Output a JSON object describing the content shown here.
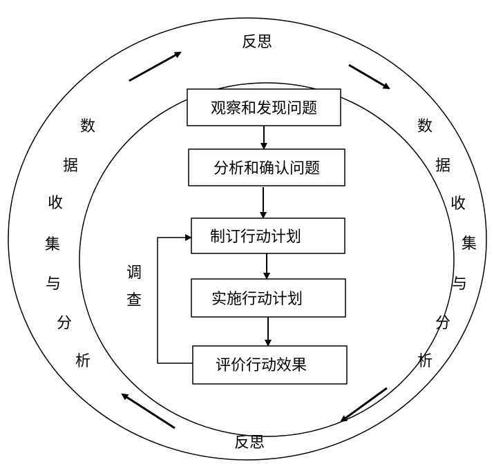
{
  "top_label": "反思",
  "bottom_label": "反思",
  "left_label_chars": [
    "数",
    "据",
    "收",
    "集",
    "与",
    "分",
    "析"
  ],
  "right_label_chars": [
    "数",
    "据",
    "收",
    "集",
    "与",
    "分",
    "析"
  ],
  "loop_label_chars": [
    "调",
    "查"
  ],
  "steps": [
    "观察和发现问题",
    "分析和确认问题",
    "制订行动计划",
    "实施行动计划",
    "评价行动效果"
  ]
}
